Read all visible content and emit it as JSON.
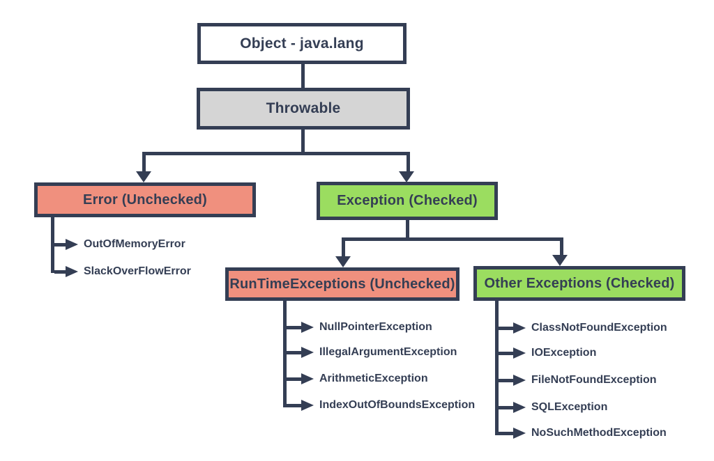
{
  "diagram": {
    "object_box": {
      "label": "Object - java.lang"
    },
    "throwable_box": {
      "label": "Throwable"
    },
    "error_box": {
      "label": "Error (Unchecked)",
      "children": [
        "OutOfMemoryError",
        "SlackOverFlowError"
      ]
    },
    "exception_box": {
      "label": "Exception (Checked)"
    },
    "runtime_box": {
      "label": "RunTimeExceptions (Unchecked)",
      "children": [
        "NullPointerException",
        "IllegalArgumentException",
        "ArithmeticException",
        "IndexOutOfBoundsException"
      ]
    },
    "other_box": {
      "label": "Other Exceptions (Checked)",
      "children": [
        "ClassNotFoundException",
        "IOException",
        "FileNotFoundException",
        "SQLException",
        "NoSuchMethodException"
      ]
    },
    "colors": {
      "line_and_text": "#343e54",
      "object_fill": "#ffffff",
      "throwable_fill": "#d5d5d5",
      "unchecked_fill": "#f0907e",
      "checked_fill": "#9bdd60",
      "background": "#ffffff"
    }
  }
}
